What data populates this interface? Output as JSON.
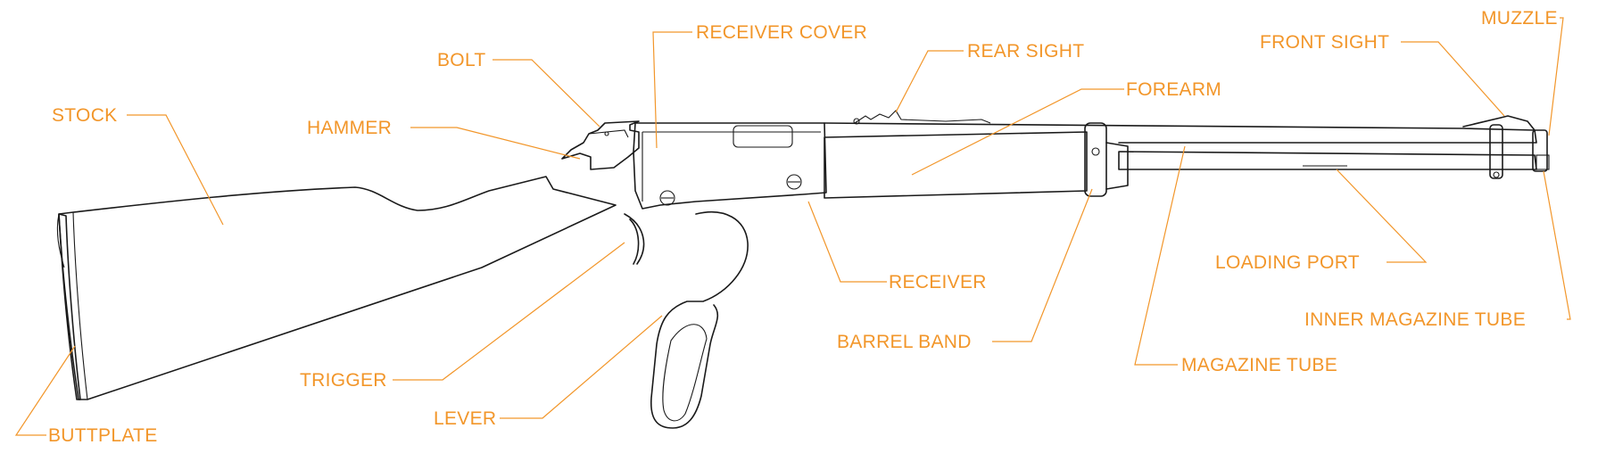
{
  "accent_color": "#f2962a",
  "line_color": "#1a1a1a",
  "labels": {
    "stock": "STOCK",
    "buttplate": "BUTTPLATE",
    "hammer": "HAMMER",
    "bolt": "BOLT",
    "receiver_cover": "RECEIVER COVER",
    "rear_sight": "REAR SIGHT",
    "forearm": "FOREARM",
    "front_sight": "FRONT SIGHT",
    "muzzle": "MUZZLE",
    "receiver": "RECEIVER",
    "trigger": "TRIGGER",
    "lever": "LEVER",
    "barrel_band": "BARREL BAND",
    "loading_port": "LOADING PORT",
    "inner_magazine_tube": "INNER MAGAZINE TUBE",
    "magazine_tube": "MAGAZINE TUBE"
  }
}
